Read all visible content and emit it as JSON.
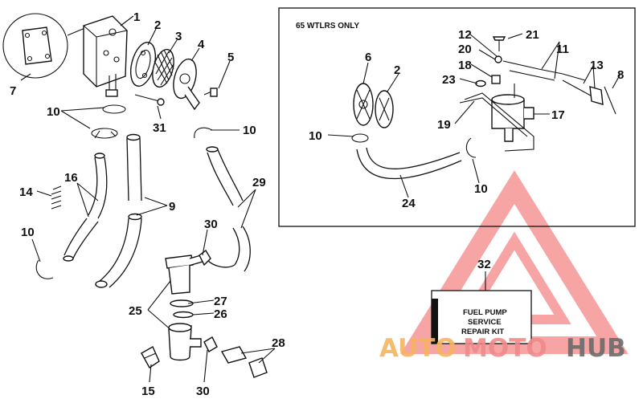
{
  "diagram": {
    "inset_title": "65 WTLRS ONLY",
    "kit_label": {
      "line1": "FUEL PUMP",
      "line2": "SERVICE",
      "line3": "REPAIR KIT"
    },
    "callouts": {
      "c1": "1",
      "c2": "2",
      "c3": "3",
      "c4": "4",
      "c5": "5",
      "c7": "7",
      "c10a": "10",
      "c31": "31",
      "c10b": "10",
      "c14": "14",
      "c16": "16",
      "c9": "9",
      "c29": "29",
      "c10c": "10",
      "c30a": "30",
      "c27": "27",
      "c26": "26",
      "c25": "25",
      "c28": "28",
      "c15": "15",
      "c30b": "30",
      "i12": "12",
      "i21": "21",
      "i20": "20",
      "i11": "11",
      "i6": "6",
      "i2": "2",
      "i18": "18",
      "i13": "13",
      "i23": "23",
      "i8": "8",
      "i19": "19",
      "i17": "17",
      "i10a": "10",
      "i10b": "10",
      "i24": "24",
      "c32": "32"
    },
    "watermark": {
      "auto": "AUTO",
      "moto": "MOTO",
      "hub": "HUB"
    },
    "colors": {
      "line": "#111111",
      "watermark_triangle": "#f05a5a",
      "watermark_auto": "#f5b461",
      "watermark_moto": "#f08a8a",
      "watermark_hub": "#6b6b6b"
    }
  }
}
